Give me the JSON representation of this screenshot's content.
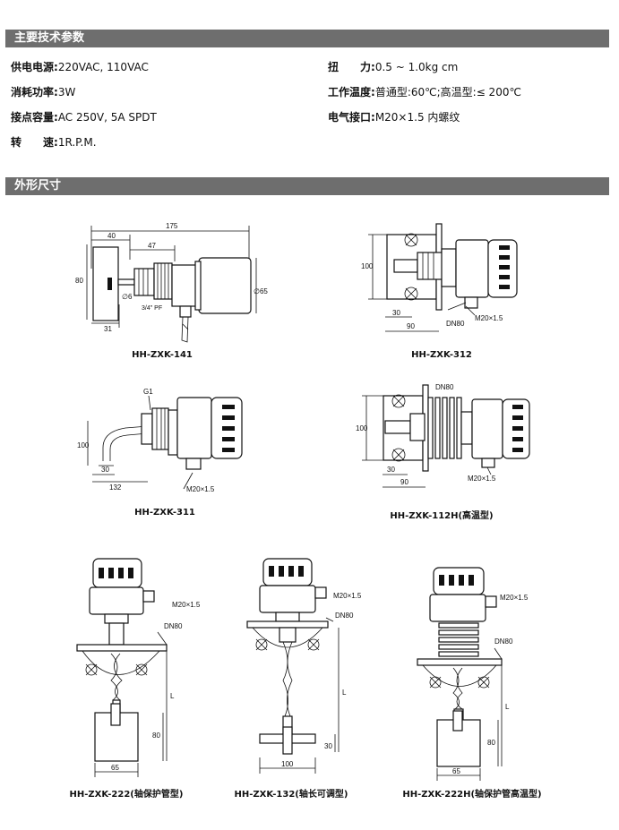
{
  "sections": {
    "specs_title": "主要技术参数",
    "dims_title": "外形尺寸"
  },
  "specs": {
    "power_key": "供电电源:",
    "power_val": "220VAC, 110VAC",
    "consumption_key": "消耗功率:",
    "consumption_val": "3W",
    "contact_key": "接点容量:",
    "contact_val": "AC 250V, 5A SPDT",
    "speed_key": "转　　速:",
    "speed_val": "1R.P.M.",
    "torque_key": "扭　　力:",
    "torque_val": "0.5 ~ 1.0kg cm",
    "temp_key": "工作温度:",
    "temp_val": "普通型:60℃;高温型:≤ 200℃",
    "elec_key": "电气接口:",
    "elec_val": "M20×1.5 内螺纹"
  },
  "models": {
    "m141": {
      "caption": "HH-ZXK-141",
      "d175": "175",
      "d40": "40",
      "d47": "47",
      "d80": "80",
      "d31": "31",
      "d6": "∅6",
      "d65": "∅65",
      "thread": "3/4\" PF"
    },
    "m312": {
      "caption": "HH-ZXK-312",
      "d100": "100",
      "d30": "30",
      "d90": "90",
      "dn": "DN80",
      "m20": "M20×1.5"
    },
    "m311": {
      "caption": "HH-ZXK-311",
      "g1": "G1",
      "d100": "100",
      "d30": "30",
      "d132": "132",
      "m20": "M20×1.5"
    },
    "m112h": {
      "caption": "HH-ZXK-112H(高温型)",
      "dn": "DN80",
      "d100": "100",
      "d30": "30",
      "d90": "90",
      "m20": "M20×1.5"
    },
    "m222": {
      "caption": "HH-ZXK-222(轴保护管型)",
      "m20": "M20×1.5",
      "dn": "DN80",
      "l": "L",
      "d80": "80",
      "d65": "65"
    },
    "m132": {
      "caption": "HH-ZXK-132(轴长可调型)",
      "m20": "M20×1.5",
      "dn": "DN80",
      "l": "L",
      "d30": "30",
      "d100": "100"
    },
    "m222h": {
      "caption": "HH-ZXK-222H(轴保护管高温型)",
      "m20": "M20×1.5",
      "dn": "DN80",
      "l": "L",
      "d80": "80",
      "d65": "65"
    }
  }
}
